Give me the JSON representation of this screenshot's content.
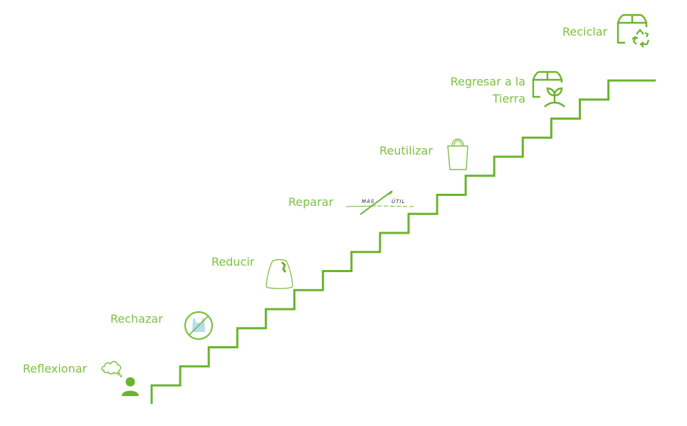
{
  "diagram": {
    "type": "staircase",
    "accent_color": "#6ab42d",
    "text_color": "#7cc142",
    "steps": [
      {
        "label": "Reflexionar",
        "icon": "thinking-person-icon"
      },
      {
        "label": "Rechazar",
        "icon": "no-plastic-bag-icon"
      },
      {
        "label": "Reducir",
        "icon": "drawstring-bag-icon"
      },
      {
        "label": "Reparar",
        "icon": "needle-thread-icon",
        "icon_text": [
          "MÁS",
          "ÚTIL"
        ]
      },
      {
        "label": "Reutilizar",
        "icon": "tote-bag-icon"
      },
      {
        "label": "Regresar a la",
        "label_line2": "Tierra",
        "icon": "box-sprout-icon"
      },
      {
        "label": "Reciclar",
        "icon": "box-recycle-icon"
      }
    ]
  }
}
